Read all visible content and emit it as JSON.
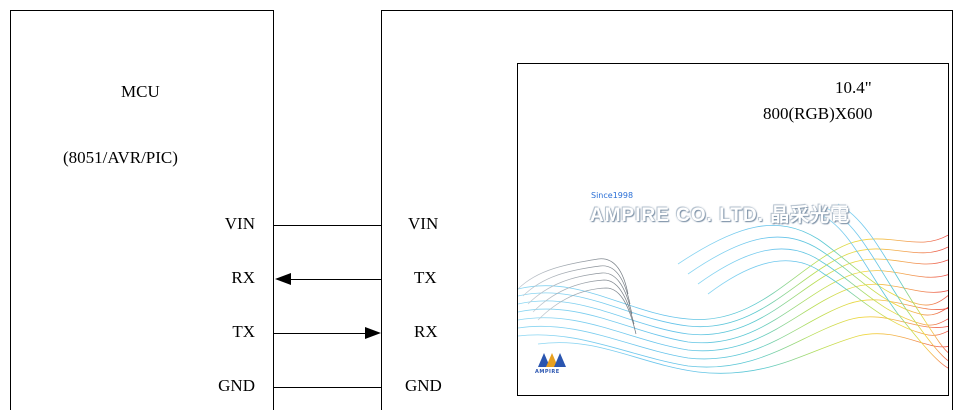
{
  "mcu": {
    "title": "MCU",
    "subtitle": "(8051/AVR/PIC)",
    "pins": [
      "VIN",
      "RX",
      "TX",
      "GND"
    ]
  },
  "lcd": {
    "pins": [
      "VIN",
      "TX",
      "RX",
      "GND"
    ],
    "size": "10.4\"",
    "resolution": "800(RGB)X600",
    "since": "Since1998",
    "brand": "AMPIRE CO. LTD. 晶采光電",
    "logo_text": "AMPIRE"
  },
  "connections": [
    {
      "from": "VIN",
      "to": "VIN",
      "direction": "none"
    },
    {
      "from": "TX",
      "to": "RX",
      "direction": "left"
    },
    {
      "from": "TX",
      "to": "RX",
      "direction": "right"
    },
    {
      "from": "GND",
      "to": "GND",
      "direction": "none"
    }
  ],
  "colors": {
    "line": "#000000",
    "background": "#ffffff",
    "brand_blue": "#2a6fd6"
  }
}
